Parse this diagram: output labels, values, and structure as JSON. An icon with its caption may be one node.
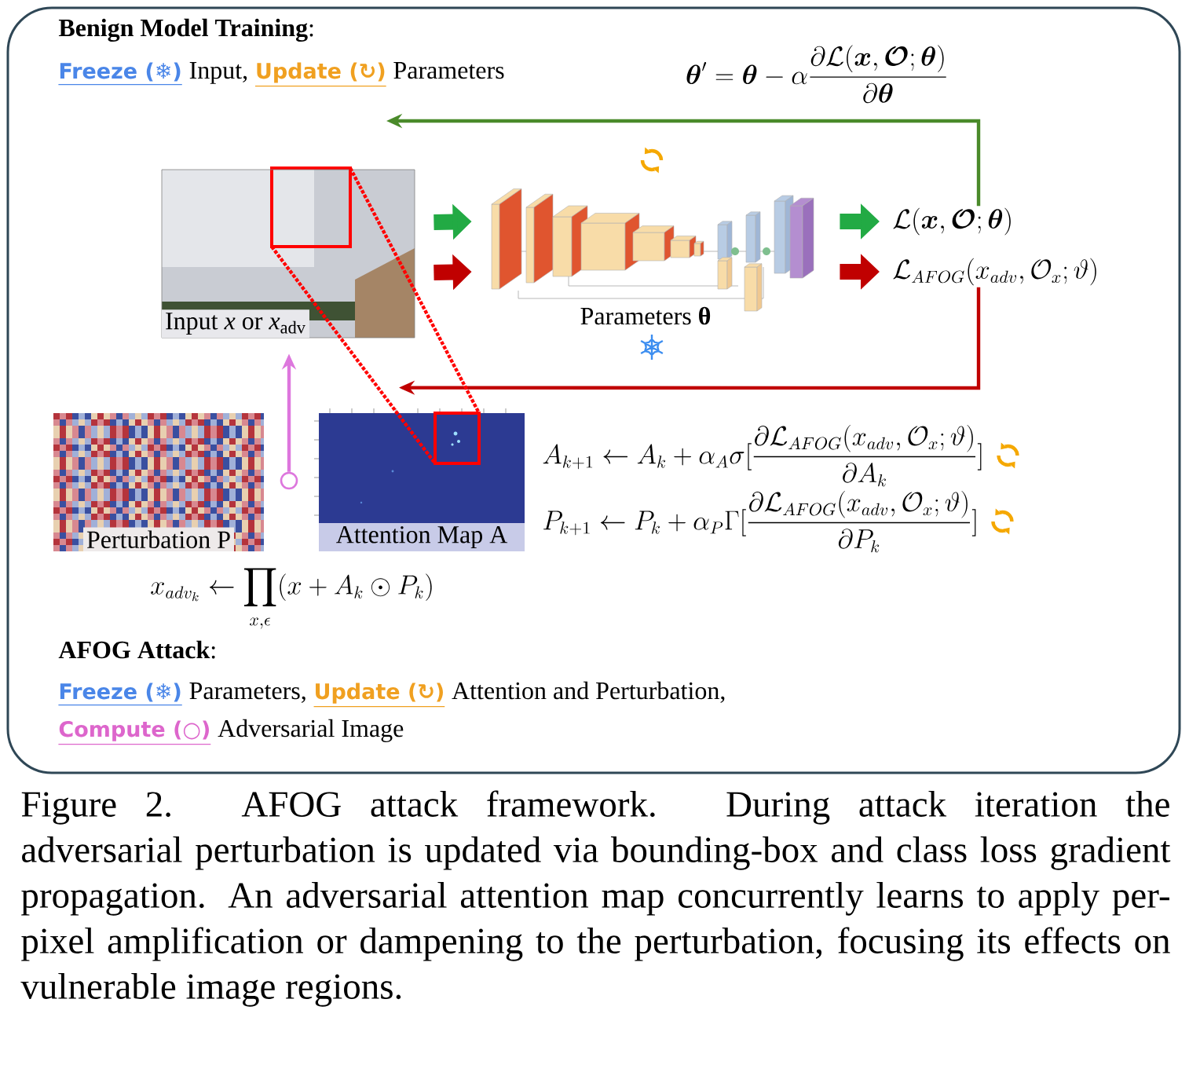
{
  "diagram": {
    "caption": "Figure 2. AFOG attack framework. During attack iteration the adversarial perturbation is updated via bounding-box and class loss gradient propagation. An adversarial attention map concurrently learns to apply per-pixel amplification or dampening to the perturbation, focusing its effects on vulnerable image regions.",
    "nodes": [
      {
        "text": [
          "Input *x* or *x*$_{adv}$"
        ]
      },
      {
        "text": [],
        "shape": "picture",
        "beside": [
          "Parameters **θ**"
        ]
      },
      {
        "text": [
          "\\mathcal{L}(\\boldsymbol{x},\\boldsymbol{\\mathcal{O}};\\boldsymbol{\\theta})"
        ]
      },
      {
        "text": [
          "\\mathcal{L}_{AFOG}(x_{adv},\\mathcal{O}_x;\\vartheta)"
        ]
      },
      {
        "text": [
          "Perturbation P"
        ]
      },
      {
        "text": [
          "Attention Map A"
        ]
      },
      {
        "text": [],
        "shape": "circle"
      }
    ],
    "edges": [
      {
        "from": 0,
        "to": 1,
        "arrow": "to",
        "style": "thick",
        "color": "#22aa44"
      },
      {
        "from": 0,
        "to": 1,
        "arrow": "to",
        "style": "thick",
        "color": "#c00000"
      },
      {
        "from": 1,
        "to": 2,
        "arrow": "to",
        "style": "thick",
        "color": "#22aa44"
      },
      {
        "from": 1,
        "to": 3,
        "arrow": "to",
        "style": "thick",
        "color": "#c00000"
      },
      {
        "from": 2,
        "to": null,
        "arrow": "to",
        "color": "#4a8a2a"
      },
      {
        "from": 3,
        "to": 5,
        "arrow": "to",
        "color": "#c00000"
      },
      {
        "from": 6,
        "to": 0,
        "arrow": "to",
        "color": "#dd77dd"
      },
      {
        "from": 0,
        "to": 5,
        "arrow": "none",
        "style": "dashed",
        "color": "#ff0000"
      }
    ],
    "labels": [
      "**Benign Model Training**:",
      "Freeze (❄)",
      "Input,",
      "Update (↻)",
      "Parameters",
      "\\boldsymbol{\\theta}' = \\boldsymbol{\\theta} - \\alpha \\frac{\\partial \\mathcal{L}(\\boldsymbol{x},\\boldsymbol{\\mathcal{O}};\\boldsymbol{\\theta})}{\\partial \\boldsymbol{\\theta}}",
      "A_{k+1} \\leftarrow A_k + \\alpha_A \\sigma [\\frac{\\partial \\mathcal{L}_{AFOG}(x_{adv},\\mathcal{O}_x;\\vartheta)}{\\partial A_k}]",
      "P_{k+1} \\leftarrow P_k + \\alpha_P \\Gamma [\\frac{\\partial \\mathcal{L}_{AFOG}(x_{adv},\\mathcal{O}_x;\\vartheta)}{\\partial P_k}]",
      "x_{adv_k} \\leftarrow \\prod_{x,\\epsilon} (x + A_k \\odot P_k)",
      "**AFOG Attack**:",
      "Freeze (❄)",
      "Parameters,",
      "Update (↻)",
      "Attention and Perturbation,",
      "Compute (○)",
      "Adversarial Image"
    ]
  }
}
